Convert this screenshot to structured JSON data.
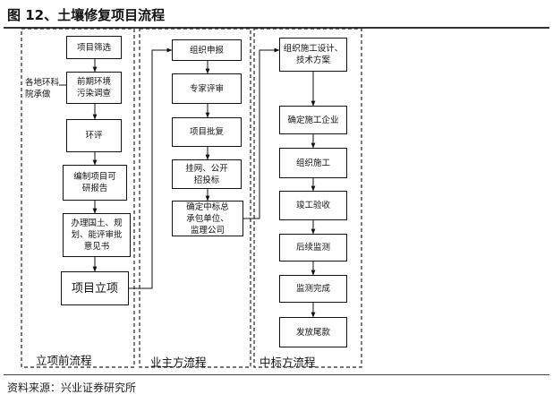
{
  "title": "图 12、土壤修复项目流程",
  "source": "资料来源：兴业证券研究所",
  "side_note": "各地环科\n院承做",
  "panels": [
    {
      "label": "立项前流程"
    },
    {
      "label": "业主方流程"
    },
    {
      "label": "中标方流程"
    }
  ],
  "col1": [
    "项目筛选",
    "前期环境\n污染调查",
    "环评",
    "编制项目可\n研报告",
    "办理国土、规\n划、能评审批\n意见书",
    "项目立项"
  ],
  "col2": [
    "组织申报",
    "专家评审",
    "项目批复",
    "挂网、公开\n招投标",
    "确定中标总\n承包单位、\n监理公司"
  ],
  "col3": [
    "组织施工设计、\n技术方案",
    "确定施工企业",
    "组织施工",
    "竣工验收",
    "后续监测",
    "监测完成",
    "发放尾款"
  ]
}
